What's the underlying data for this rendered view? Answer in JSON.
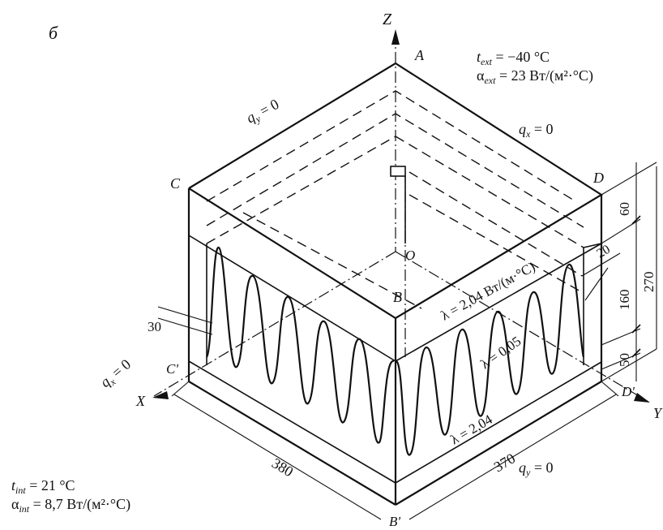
{
  "panel_letter": "б",
  "axes": {
    "z": "Z",
    "x": "X",
    "y": "Y"
  },
  "points": {
    "a": "A",
    "b": "B",
    "c": "C",
    "d": "D",
    "o": "O",
    "c_prime": "C'",
    "d_prime": "D'",
    "b_prime": "B'"
  },
  "ext_conditions": {
    "t_ext": "t",
    "t_ext_sub": "ext",
    "t_ext_value": " = −40 °C",
    "alpha_ext": "α",
    "alpha_ext_sub": "ext",
    "alpha_ext_value": " = 23 Вт/(м²·°С)"
  },
  "int_conditions": {
    "t_int": "t",
    "t_int_sub": "int",
    "t_int_value": " = 21 °C",
    "alpha_int": "α",
    "alpha_int_sub": "int",
    "alpha_int_value": " = 8,7 Вт/(м²·°С)"
  },
  "boundary": {
    "qy_top": "q",
    "qy_top_sub": "y",
    "qy_top_val": " = 0",
    "qx_top": "q",
    "qx_top_sub": "x",
    "qx_top_val": " = 0",
    "qx_left": "q",
    "qx_left_sub": "x",
    "qx_left_val": " = 0",
    "qy_bottom": "q",
    "qy_bottom_sub": "y",
    "qy_bottom_val": " = 0"
  },
  "materials": {
    "lambda_top": "λ = 2,04 Вт/(м·°С)",
    "lambda_mid": "λ = 0,05",
    "lambda_bottom": "λ = 2,04"
  },
  "dimensions": {
    "d60": "60",
    "d270": "270",
    "d160": "160",
    "d50": "50",
    "d20": "20",
    "d30": "30",
    "d380": "380",
    "d370": "370"
  }
}
